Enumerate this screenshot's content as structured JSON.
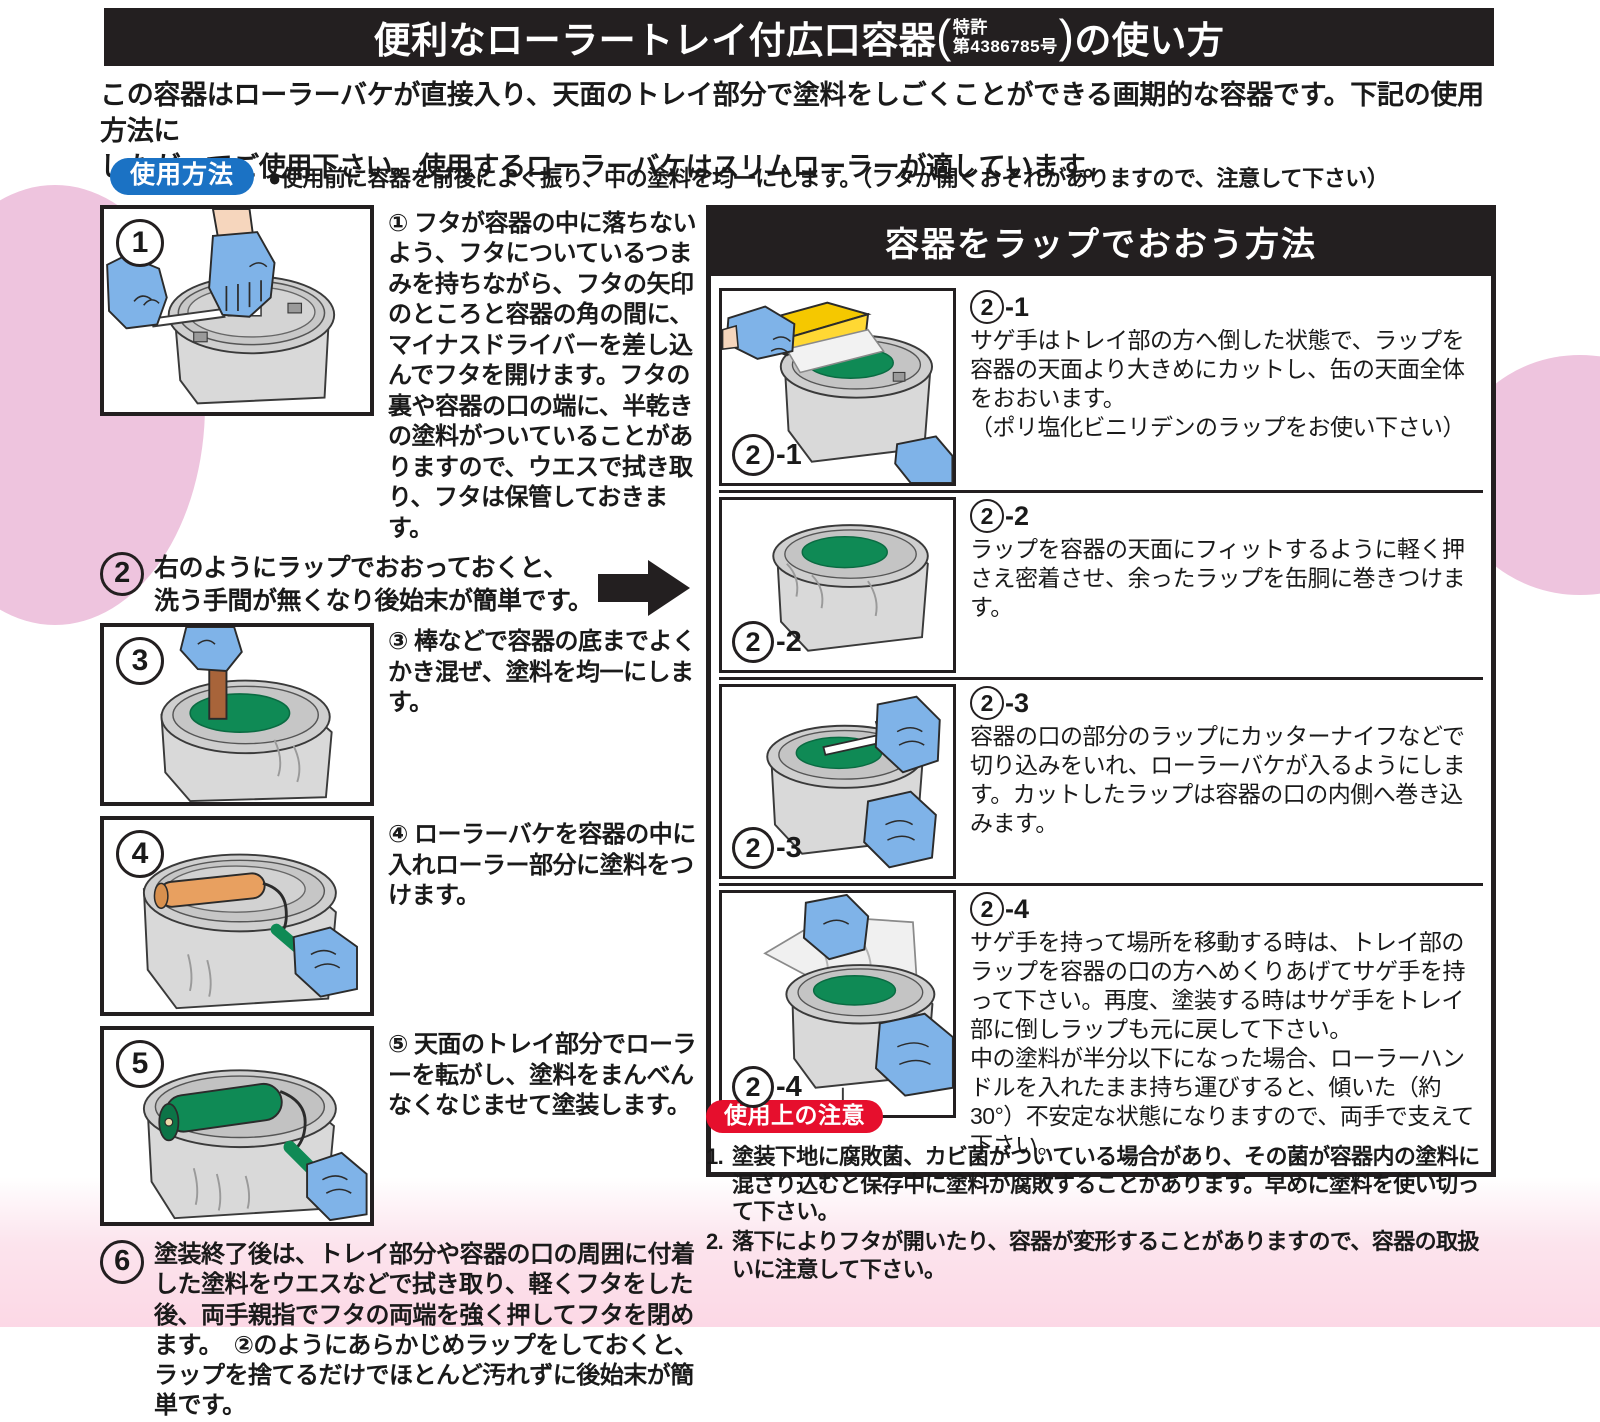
{
  "title": {
    "main_before": "便利なローラートレイ付広口容器",
    "patent_line1": "特許",
    "patent_line2": "第4386785号",
    "main_after": "の使い方"
  },
  "intro": {
    "line1": "この容器はローラーバケが直接入り、天面のトレイ部分で塗料をしごくことができる画期的な容器です。下記の使用方法に",
    "line2": "したがってご使用下さい。使用するローラーバケはスリムローラーが適しています。"
  },
  "usage": {
    "badge": "使用方法",
    "note": "●使用前に容器を前後によく振り、中の塗料を均一にします。（フタが開くおそれがありますので、注意して下さい）"
  },
  "steps": {
    "s1": {
      "number": "1",
      "panel_number": "1",
      "text": "① フタが容器の中に落ちないよう、フタについているつまみを持ちながら、フタの矢印のところと容器の角の間に、マイナスドライバーを差し込んでフタを開けます。フタの裏や容器の口の端に、半乾きの塗料がついていることがありますので、ウエスで拭き取り、フタは保管しておきます。"
    },
    "s2": {
      "number": "2",
      "text_line1": "右のようにラップでおおっておくと、",
      "text_line2": "洗う手間が無くなり後始末が簡単です。"
    },
    "s3": {
      "panel_number": "3",
      "text": "③ 棒などで容器の底までよくかき混ぜ、塗料を均一にします。"
    },
    "s4": {
      "panel_number": "4",
      "text": "④ ローラーバケを容器の中に入れローラー部分に塗料をつけます。"
    },
    "s5": {
      "panel_number": "5",
      "text": "⑤ 天面のトレイ部分でローラーを転がし、塗料をまんべんなくなじませて塗装します。"
    },
    "s6": {
      "number": "6",
      "text": "塗装終了後は、トレイ部分や容器の口の周囲に付着した塗料をウエスなどで拭き取り、軽くフタをした後、両手親指でフタの両端を強く押してフタを閉めます。　②のようにあらかじめラップをしておくと、ラップを捨てるだけでほとんど汚れずに後始末が簡単です。"
    }
  },
  "wrap_section": {
    "header": "容器をラップでおおう方法",
    "items": [
      {
        "circle": "2",
        "suffix": "-1",
        "label_circle": "2",
        "label_suffix": "-1",
        "text": "サゲ手はトレイ部の方へ倒した状態で、ラップを容器の天面より大きめにカットし、缶の天面全体をおおいます。\n（ポリ塩化ビニリデンのラップをお使い下さい）"
      },
      {
        "circle": "2",
        "suffix": "-2",
        "label_circle": "2",
        "label_suffix": "-2",
        "text": "ラップを容器の天面にフィットするように軽く押さえ密着させ、余ったラップを缶胴に巻きつけます。"
      },
      {
        "circle": "2",
        "suffix": "-3",
        "label_circle": "2",
        "label_suffix": "-3",
        "text": "容器の口の部分のラップにカッターナイフなどで切り込みをいれ、ローラーバケが入るようにします。カットしたラップは容器の口の内側へ巻き込みます。"
      },
      {
        "circle": "2",
        "suffix": "-4",
        "label_circle": "2",
        "label_suffix": "-4",
        "text": "サゲ手を持って場所を移動する時は、トレイ部のラップを容器の口の方へめくりあげてサゲ手を持って下さい。再度、塗装する時はサゲ手をトレイ部に倒しラップも元に戻して下さい。\n中の塗料が半分以下になった場合、ローラーハンドルを入れたまま持ち運びすると、傾いた（約30°）不安定な状態になりますので、両手で支えて下さい。"
      }
    ]
  },
  "caution": {
    "badge": "使用上の注意",
    "items": [
      {
        "index": "1.",
        "text": "塗装下地に腐敗菌、カビ菌がついている場合があり、その菌が容器内の塗料に混ざり込むと保存中に塗料が腐敗することがあります。早めに塗料を使い切って下さい。"
      },
      {
        "index": "2.",
        "text": "落下によりフタが開いたり、容器が変形することがありますので、容器の取扱いに注意して下さい。"
      }
    ]
  },
  "colors": {
    "header_black": "#231f20",
    "badge_blue": "#1b72c4",
    "badge_red": "#e60f2d",
    "glove_blue": "#7fb3e8",
    "paint_green": "#0f8a55",
    "wrap_box_yellow": "#f5c800",
    "container_gray": "#d9d9d9",
    "skin": "#f6d6bd",
    "roller_tan": "#e8a060",
    "page_pink": "#eec4de"
  },
  "icons": {
    "arrow": "arrow-right-icon",
    "bullet": "●"
  }
}
